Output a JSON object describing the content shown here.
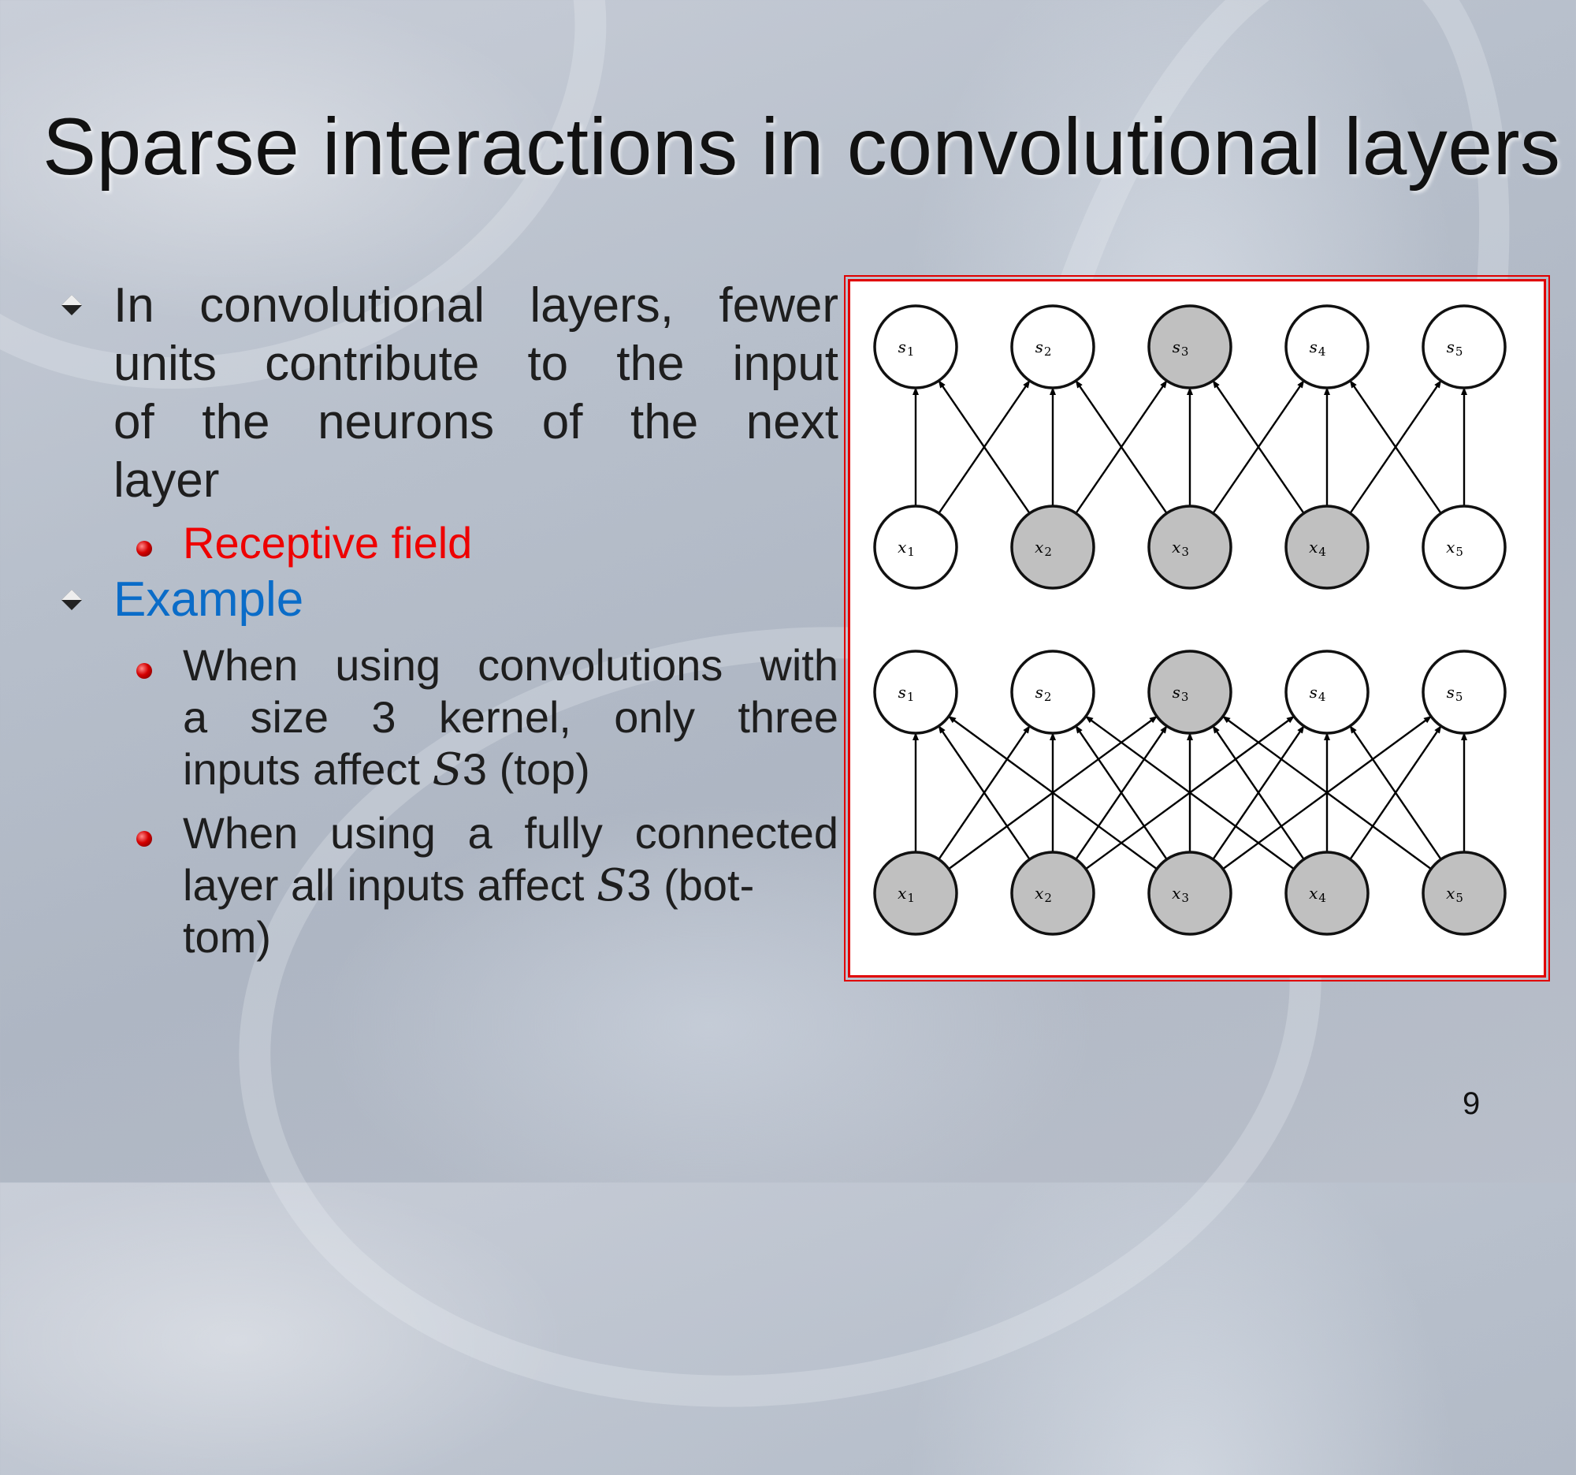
{
  "slide": {
    "title": "Sparse interactions in convolutional layers",
    "page_number": "9",
    "bullets": [
      {
        "lines": [
          "In convolutional layers, fewer",
          "units contribute to the input",
          "of the neurons of the next",
          "layer"
        ]
      },
      {
        "sub": "Receptive field"
      },
      {
        "lines": [
          "Example"
        ]
      },
      {
        "sub_lines": [
          "When using convolutions with",
          "a size 3 kernel, only three"
        ],
        "sub_pre": "inputs affect ",
        "var": "S",
        "var_sub": "3",
        "sub_post": " (top)"
      },
      {
        "sub_lines": [
          "When using a fully connected"
        ],
        "sub_pre": "layer all inputs affect ",
        "var": "S",
        "var_sub": "3",
        "sub_post": " (bot-",
        "sub_tail": "tom)"
      }
    ],
    "colors": {
      "highlight_red": "#ee0000",
      "highlight_blue": "#0a6cc8",
      "frame": "#e00000",
      "node_shaded": "#c0c0c0"
    }
  },
  "diagrams": [
    {
      "name": "sparse-connectivity",
      "outputs": [
        {
          "v": "s",
          "i": "1",
          "shaded": false
        },
        {
          "v": "s",
          "i": "2",
          "shaded": false
        },
        {
          "v": "s",
          "i": "3",
          "shaded": true
        },
        {
          "v": "s",
          "i": "4",
          "shaded": false
        },
        {
          "v": "s",
          "i": "5",
          "shaded": false
        }
      ],
      "inputs": [
        {
          "v": "x",
          "i": "1",
          "shaded": false
        },
        {
          "v": "x",
          "i": "2",
          "shaded": true
        },
        {
          "v": "x",
          "i": "3",
          "shaded": true
        },
        {
          "v": "x",
          "i": "4",
          "shaded": true
        },
        {
          "v": "x",
          "i": "5",
          "shaded": false
        }
      ],
      "kernel_size": 3
    },
    {
      "name": "full-connectivity",
      "outputs": [
        {
          "v": "s",
          "i": "1",
          "shaded": false
        },
        {
          "v": "s",
          "i": "2",
          "shaded": false
        },
        {
          "v": "s",
          "i": "3",
          "shaded": true
        },
        {
          "v": "s",
          "i": "4",
          "shaded": false
        },
        {
          "v": "s",
          "i": "5",
          "shaded": false
        }
      ],
      "inputs": [
        {
          "v": "x",
          "i": "1",
          "shaded": true
        },
        {
          "v": "x",
          "i": "2",
          "shaded": true
        },
        {
          "v": "x",
          "i": "3",
          "shaded": true
        },
        {
          "v": "x",
          "i": "4",
          "shaded": true
        },
        {
          "v": "x",
          "i": "5",
          "shaded": true
        }
      ],
      "kernel_size": 5
    }
  ]
}
